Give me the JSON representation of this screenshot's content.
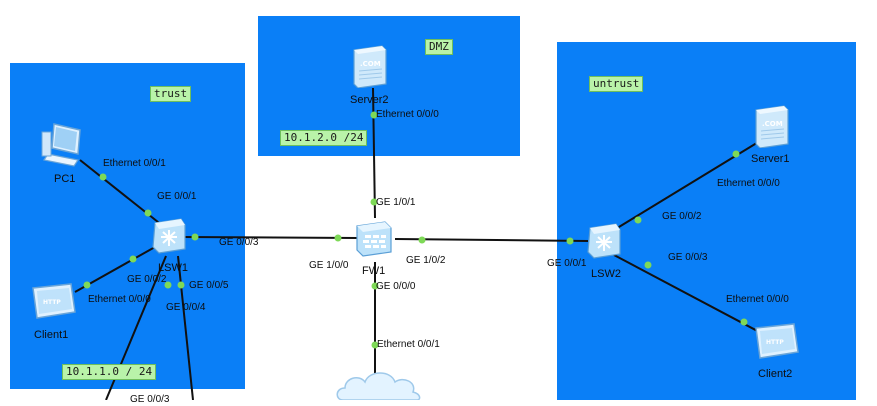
{
  "zones": {
    "trust": "trust",
    "dmz": "DMZ",
    "untrust": "untrust"
  },
  "subnets": {
    "trust": "10.1.1.0 / 24",
    "dmz": "10.1.2.0 /24"
  },
  "devices": {
    "pc1": "PC1",
    "client1": "Client1",
    "lsw1": "LSW1",
    "fw1": "FW1",
    "server2": "Server2",
    "lsw2": "LSW2",
    "server1": "Server1",
    "client2": "Client2"
  },
  "ports": {
    "pc1_eth": "Ethernet 0/0/1",
    "lsw1_ge001": "GE 0/0/1",
    "lsw1_ge003": "GE 0/0/3",
    "lsw1_ge002": "GE 0/0/2",
    "client1_eth": "Ethernet 0/0/0",
    "lsw1_ge005": "GE 0/0/5",
    "lsw1_ge004": "GE 0/0/4",
    "lsw1_ge003_bottom": "GE 0/0/3",
    "fw1_ge100": "GE 1/0/0",
    "fw1_ge101": "GE 1/0/1",
    "fw1_ge102": "GE 1/0/2",
    "fw1_ge000": "GE 0/0/0",
    "server2_eth": "Ethernet 0/0/0",
    "cloud_eth": "Ethernet 0/0/1",
    "lsw2_ge001": "GE 0/0/1",
    "lsw2_ge002": "GE 0/0/2",
    "lsw2_ge003": "GE 0/0/3",
    "server1_eth": "Ethernet 0/0/0",
    "client2_eth": "Ethernet 0/0/0"
  },
  "icon_text": {
    "server": ".COM",
    "client": "HTTP"
  },
  "colors": {
    "zone": "#0a7ff7",
    "tag": "#b9f3a9",
    "link": "#111111",
    "port_dot": "#7ed957"
  },
  "icons": [
    "pc-icon",
    "switch-icon",
    "firewall-icon",
    "server-icon",
    "client-icon",
    "cloud-icon"
  ]
}
